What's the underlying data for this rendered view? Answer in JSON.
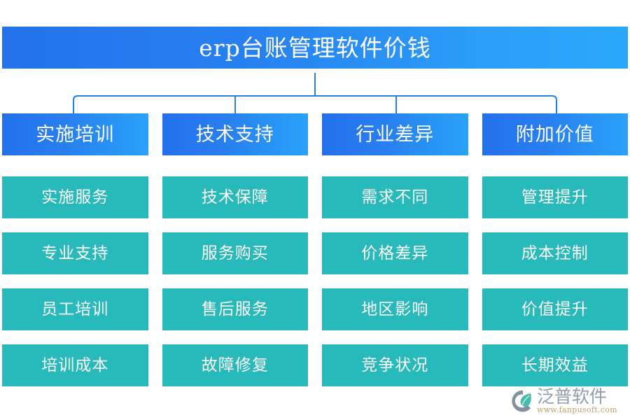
{
  "title": {
    "text": "erp台账管理软件价钱"
  },
  "colors": {
    "title_gradient_start": "#2472ec",
    "title_gradient_end": "#29a8fb",
    "header_gradient_start": "#2470ec",
    "header_gradient_end": "#29a2fa",
    "leaf_background": "#28b9ba",
    "connector_line": "#2b7fe8",
    "text_on_fill": "#ffffff",
    "watermark_brand": "#8c9aa6",
    "watermark_url": "#c79a66",
    "watermark_leaf": "#3fb9a8"
  },
  "columns": [
    {
      "header": "实施培训",
      "items": [
        "实施服务",
        "专业支持",
        "员工培训",
        "培训成本"
      ]
    },
    {
      "header": "技术支持",
      "items": [
        "技术保障",
        "服务购买",
        "售后服务",
        "故障修复"
      ]
    },
    {
      "header": "行业差异",
      "items": [
        "需求不同",
        "价格差异",
        "地区影响",
        "竞争状况"
      ]
    },
    {
      "header": "附加价值",
      "items": [
        "管理提升",
        "成本控制",
        "价值提升",
        "长期效益"
      ]
    }
  ],
  "watermark": {
    "brand": "泛普软件",
    "url": "www.fanpusoft.com",
    "logo_icon": "fanpu-leaf-logo-icon"
  }
}
